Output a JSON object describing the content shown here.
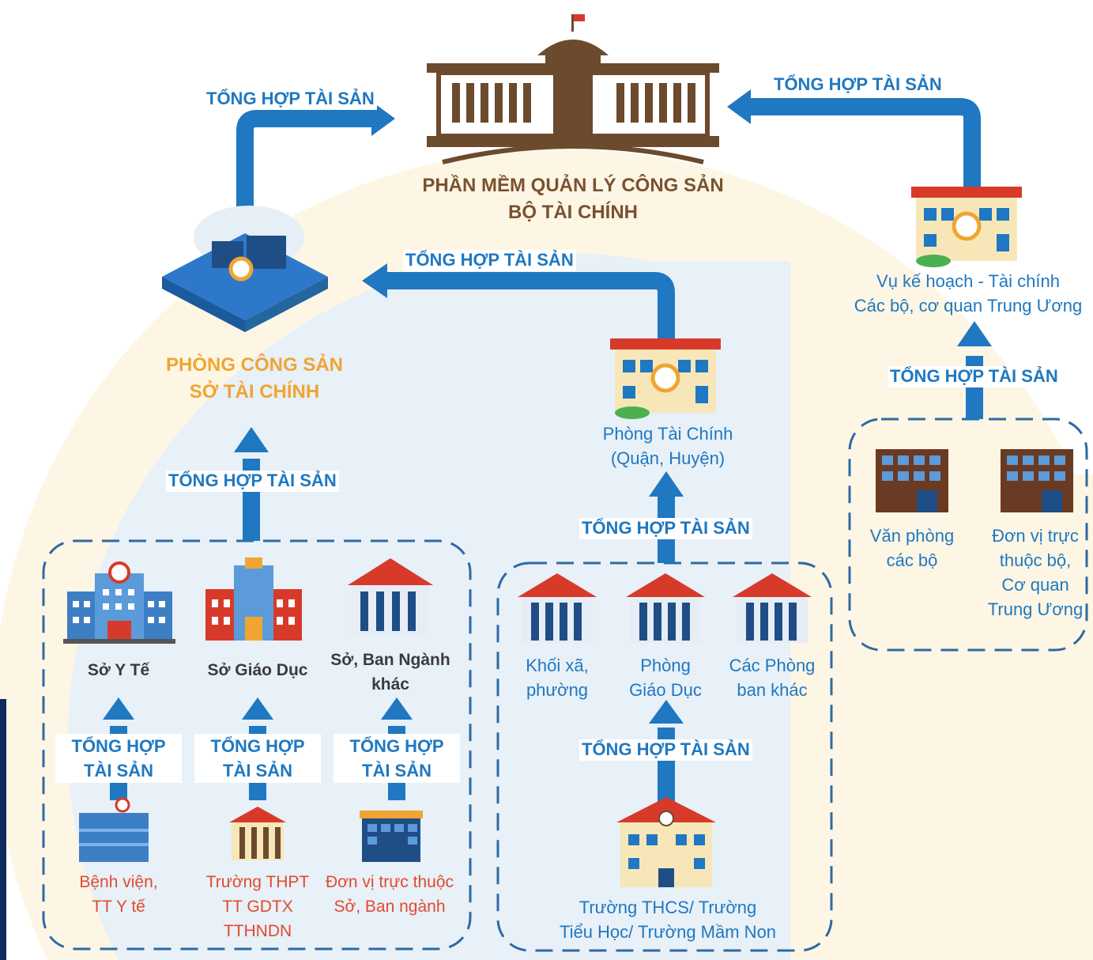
{
  "flow_label": "TỔNG HỢP TÀI SẢN",
  "flow_label_stacked": {
    "line1": "TỔNG HỢP",
    "line2": "TÀI SẢN"
  },
  "top": {
    "line1": "PHẦN MỀM QUẢN LÝ CÔNG SẢN",
    "line2": "BỘ TÀI CHÍNH"
  },
  "left_office": {
    "line1": "PHÒNG CÔNG SẢN",
    "line2": "SỞ TÀI CHÍNH"
  },
  "district_office": {
    "line1": "Phòng Tài Chính",
    "line2": "(Quận, Huyện)"
  },
  "ministry_dept": {
    "line1": "Vụ kế hoạch - Tài chính",
    "line2": "Các bộ, cơ quan Trung Ương"
  },
  "dept_health": "Sở Y Tế",
  "dept_education": "Sở Giáo Dục",
  "dept_other": {
    "line1": "Sở, Ban Ngành",
    "line2": "khác"
  },
  "hospital": {
    "line1": "Bệnh viện,",
    "line2": "TT Y tế"
  },
  "highschool": {
    "line1": "Trường THPT",
    "line2": "TT GDTX",
    "line3": "TTHNDN"
  },
  "units_dept": {
    "line1": "Đơn vị trực thuộc",
    "line2": "Sở, Ban ngành"
  },
  "commune": {
    "line1": "Khối xã,",
    "line2": "phường"
  },
  "edu_office": {
    "line1": "Phòng",
    "line2": "Giáo Dục"
  },
  "other_offices": {
    "line1": "Các Phòng",
    "line2": "ban khác"
  },
  "schools": {
    "line1": "Trường THCS/ Trường",
    "line2": "Tiểu Học/ Trường Mầm Non"
  },
  "ministry_offices": {
    "line1": "Văn phòng",
    "line2": "các bộ"
  },
  "ministry_units": {
    "line1": "Đơn vị trực",
    "line2": "thuộc bộ,",
    "line3": "Cơ quan",
    "line4": "Trung Ương"
  },
  "colors": {
    "arrow": "#1f78c1",
    "title": "#7a5130",
    "orange": "#f0a532",
    "red": "#e04b2e",
    "dashed_box": "#2e6aa3"
  },
  "icons": [
    "government-building-icon",
    "computer-workstation-icon",
    "office-building-icon",
    "hospital-icon",
    "school-icon",
    "columned-building-icon",
    "clinic-icon",
    "flag-school-icon",
    "office-block-icon",
    "brick-office-icon"
  ]
}
